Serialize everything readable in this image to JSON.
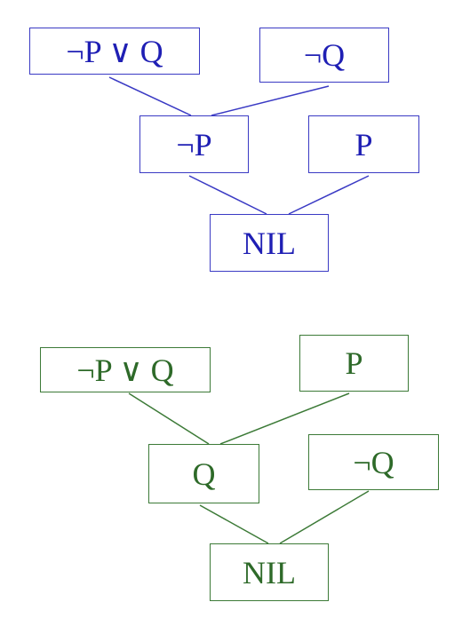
{
  "colors": {
    "top_tree": "#1f1fb4",
    "bottom_tree": "#2e6a29"
  },
  "top_tree": {
    "nodes": {
      "n1": "¬P ∨ Q",
      "n2": "¬Q",
      "n3": "¬P",
      "n4": "P",
      "n5": "NIL"
    }
  },
  "bottom_tree": {
    "nodes": {
      "n1": "¬P ∨ Q",
      "n2": "P",
      "n3": "Q",
      "n4": "¬Q",
      "n5": "NIL"
    }
  }
}
